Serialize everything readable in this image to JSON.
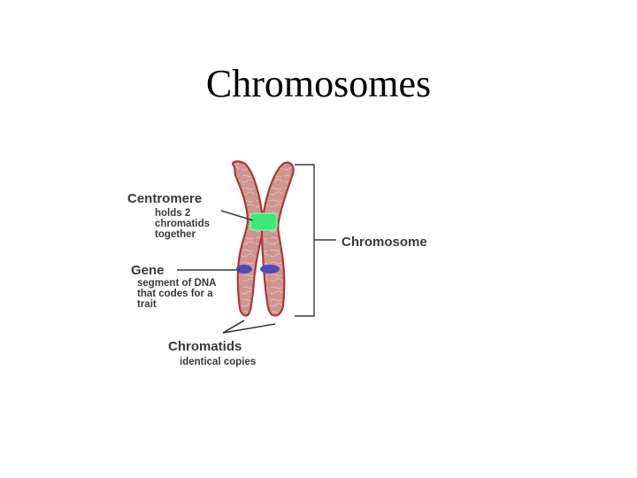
{
  "slide": {
    "title": "Chromosomes"
  },
  "diagram": {
    "centromere": {
      "heading": "Centromere",
      "description": [
        "holds 2",
        "chromatids",
        "together"
      ]
    },
    "gene": {
      "heading": "Gene",
      "description": [
        "segment of DNA",
        "that codes for a",
        "trait"
      ]
    },
    "chromosome": {
      "heading": "Chromosome"
    },
    "chromatids": {
      "heading": "Chromatids",
      "description": "identical copies"
    },
    "colors": {
      "chromatid_fill": "#cf9591",
      "chromatid_outline": "#a63a36",
      "centromere": "#3ee87a",
      "gene_band": "#4a4ab8",
      "label_text": "#3a3a3a"
    }
  }
}
